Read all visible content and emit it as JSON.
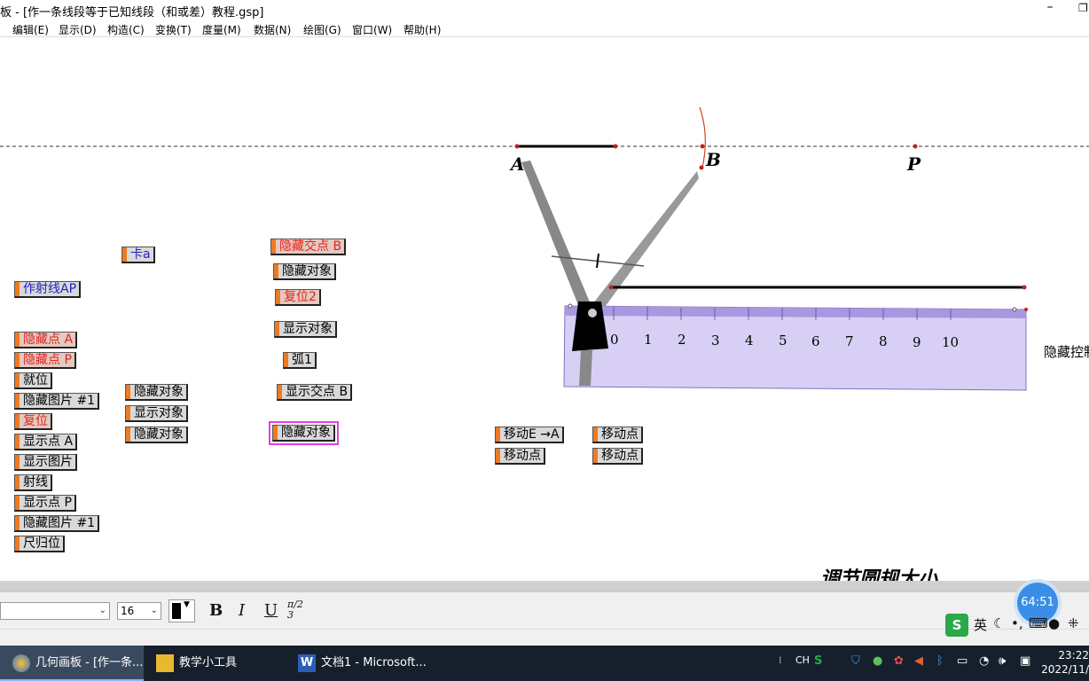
{
  "window": {
    "title": "板 - [作一条线段等于已知线段（和或差）教程.gsp]",
    "minimize_glyph": "–",
    "restore_glyph": "❐"
  },
  "menu": [
    "编辑(E)",
    "显示(D)",
    "构造(C)",
    "变换(T)",
    "度量(M)",
    "数据(N)",
    "绘图(G)",
    "窗口(W)",
    "帮助(H)"
  ],
  "canvas": {
    "points": {
      "A": "A",
      "B": "B",
      "P": "P"
    },
    "ruler_ticks": [
      "0",
      "1",
      "2",
      "3",
      "4",
      "5",
      "6",
      "7",
      "8",
      "9",
      "10"
    ],
    "side_label": "隐藏控制",
    "bottom_caption": "调节圆规大小",
    "buttons": {
      "kaa": "卡a",
      "ray_ap": "作射线AP",
      "hide_a": "隐藏点 A",
      "hide_p": "隐藏点 P",
      "in_place": "就位",
      "hide_pic_1": "隐藏图片 #1",
      "reset": "复位",
      "show_a": "显示点 A",
      "show_pic": "显示图片",
      "ray": "射线",
      "show_p": "显示点 P",
      "hide_pic_2": "隐藏图片 #1",
      "ruler_reset": "尺归位",
      "mid_hide_1": "隐藏对象",
      "mid_show": "显示对象",
      "mid_hide_2": "隐藏对象",
      "hide_b": "隐藏交点 B",
      "hide_obj_1": "隐藏对象",
      "reset2": "复位2",
      "show_obj": "显示对象",
      "arc1": "弧1",
      "show_b": "显示交点 B",
      "hide_obj_sel": "隐藏对象",
      "move_ea": "移动E →A",
      "move_1": "移动点",
      "move_2": "移动点",
      "move_3": "移动点"
    }
  },
  "textbar": {
    "font_size": "16",
    "bold": "B",
    "italic": "I",
    "underline": "U",
    "math": "π/2 3"
  },
  "timer": "64:51",
  "ime": {
    "lang": "英"
  },
  "taskbar": {
    "items": [
      "几何画板 - [作一条...",
      "教学小工具",
      "文档1 - Microsoft..."
    ],
    "tray_ch": "CH",
    "time": "23:22",
    "date": "2022/11/"
  }
}
